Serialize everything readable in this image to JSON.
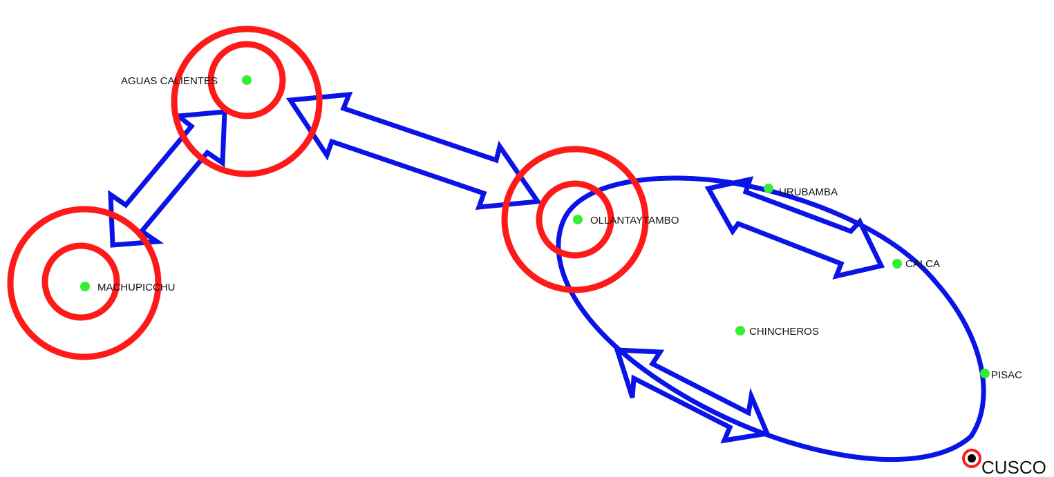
{
  "colors": {
    "ring": "#ff1a1a",
    "route": "#0a14e6",
    "town_dot": "#33ee33",
    "origin_dot": "#000000",
    "label": "#111111"
  },
  "places": {
    "aguas_calientes": {
      "label": "AGUAS CALIENTES",
      "rings": 2
    },
    "machupicchu": {
      "label": "MACHUPICCHU",
      "rings": 2
    },
    "ollantaytambo": {
      "label": "OLLANTAYTAMBO",
      "rings": 2
    },
    "urubamba": {
      "label": "URUBAMBA",
      "rings": 0
    },
    "calca": {
      "label": "CALCA",
      "rings": 0
    },
    "chincheros": {
      "label": "CHINCHEROS",
      "rings": 0
    },
    "pisac": {
      "label": "PISAC",
      "rings": 0
    },
    "cusco": {
      "label": "CUSCO",
      "rings": 1
    }
  },
  "connections": [
    {
      "from": "machupicchu",
      "to": "aguas_calientes",
      "style": "double-arrow"
    },
    {
      "from": "aguas_calientes",
      "to": "ollantaytambo",
      "style": "double-arrow"
    },
    {
      "from": "urubamba",
      "to": "calca",
      "style": "double-arrow"
    },
    {
      "from": "ollantaytambo",
      "to": "cusco",
      "style": "double-arrow"
    },
    {
      "from": "ollantaytambo",
      "to": "cusco",
      "style": "loop"
    }
  ]
}
